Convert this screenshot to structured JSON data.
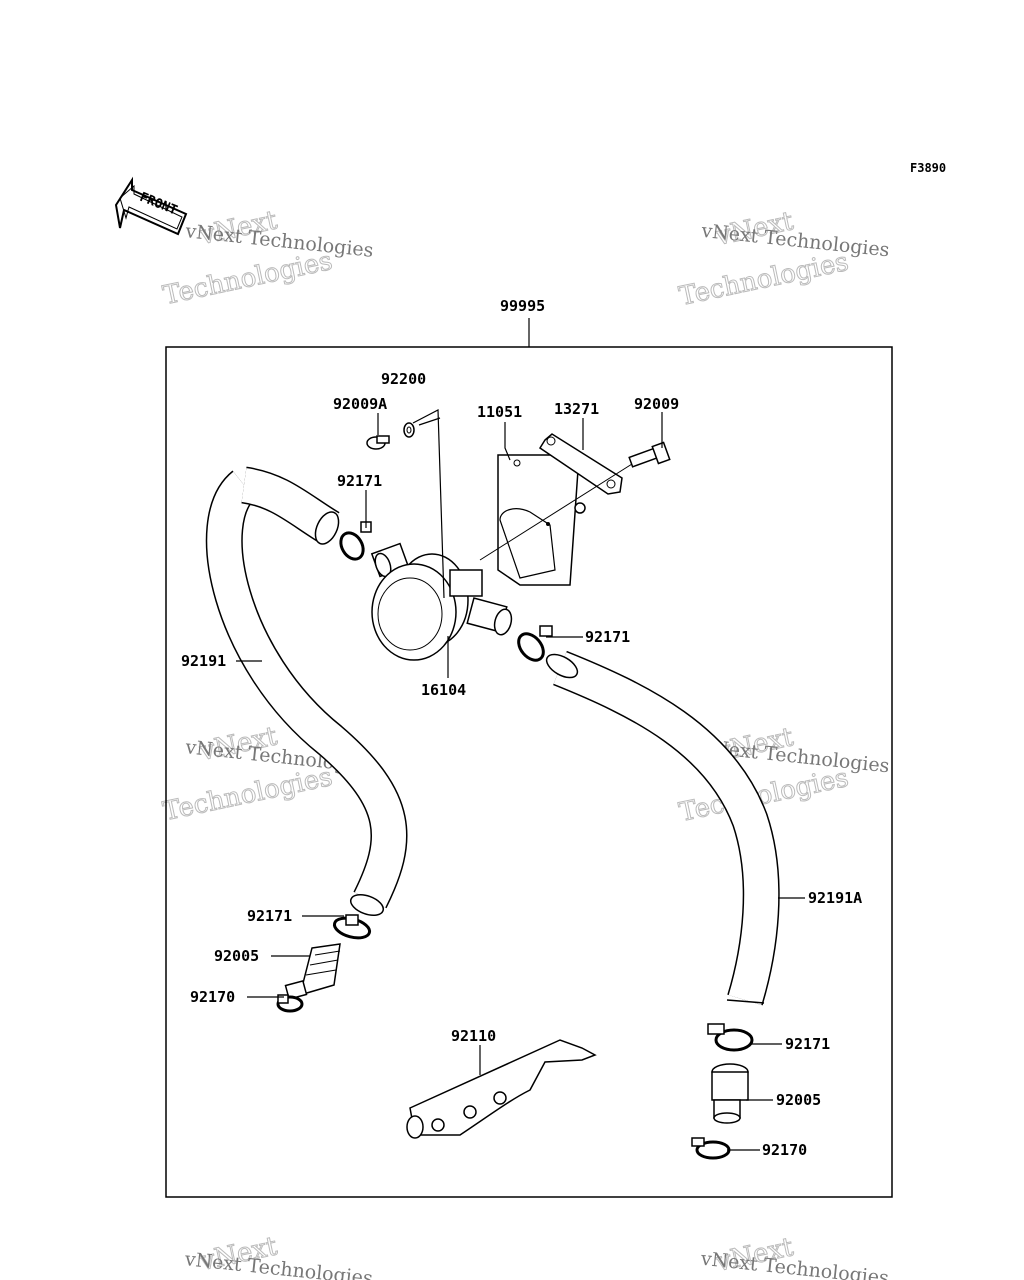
{
  "figure_code": "F3890",
  "front_label": "FRONT",
  "watermark": {
    "line1": "vNext Technologies",
    "line2": "vNext",
    "line3": "Technologies"
  },
  "assembly_number": "99995",
  "callouts": {
    "p92200": "92200",
    "p92009A": "92009A",
    "p11051": "11051",
    "p13271": "13271",
    "p92009": "92009",
    "p92171_a": "92171",
    "p92171_b": "92171",
    "p92191": "92191",
    "p16104": "16104",
    "p92191A": "92191A",
    "p92171_c": "92171",
    "p92005_a": "92005",
    "p92170_a": "92170",
    "p92110": "92110",
    "p92171_d": "92171",
    "p92005_b": "92005",
    "p92170_b": "92170"
  }
}
